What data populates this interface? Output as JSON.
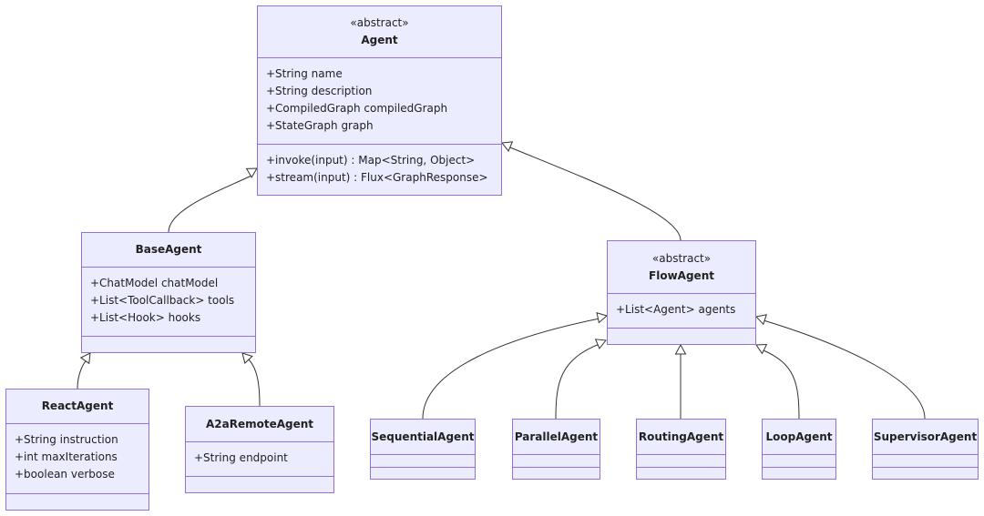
{
  "classes": {
    "agent": {
      "stereotype": "«abstract»",
      "name": "Agent",
      "attributes": [
        "+String name",
        "+String description",
        "+CompiledGraph compiledGraph",
        "+StateGraph graph"
      ],
      "methods": [
        "+invoke(input) : Map<String, Object>",
        "+stream(input) : Flux<GraphResponse>"
      ]
    },
    "base_agent": {
      "name": "BaseAgent",
      "attributes": [
        "+ChatModel chatModel",
        "+List<ToolCallback> tools",
        "+List<Hook> hooks"
      ],
      "methods": []
    },
    "flow_agent": {
      "stereotype": "«abstract»",
      "name": "FlowAgent",
      "attributes": [
        "+List<Agent> agents"
      ],
      "methods": []
    },
    "react_agent": {
      "name": "ReactAgent",
      "attributes": [
        "+String instruction",
        "+int maxIterations",
        "+boolean verbose"
      ],
      "methods": []
    },
    "a2a_remote_agent": {
      "name": "A2aRemoteAgent",
      "attributes": [
        "+String endpoint"
      ],
      "methods": []
    },
    "sequential_agent": {
      "name": "SequentialAgent",
      "attributes": [],
      "methods": []
    },
    "parallel_agent": {
      "name": "ParallelAgent",
      "attributes": [],
      "methods": []
    },
    "routing_agent": {
      "name": "RoutingAgent",
      "attributes": [],
      "methods": []
    },
    "loop_agent": {
      "name": "LoopAgent",
      "attributes": [],
      "methods": []
    },
    "supervisor_agent": {
      "name": "SupervisorAgent",
      "attributes": [],
      "methods": []
    }
  },
  "relations": [
    {
      "from": "base_agent",
      "to": "agent",
      "type": "inheritance"
    },
    {
      "from": "flow_agent",
      "to": "agent",
      "type": "inheritance"
    },
    {
      "from": "react_agent",
      "to": "base_agent",
      "type": "inheritance"
    },
    {
      "from": "a2a_remote_agent",
      "to": "base_agent",
      "type": "inheritance"
    },
    {
      "from": "sequential_agent",
      "to": "flow_agent",
      "type": "inheritance"
    },
    {
      "from": "parallel_agent",
      "to": "flow_agent",
      "type": "inheritance"
    },
    {
      "from": "routing_agent",
      "to": "flow_agent",
      "type": "inheritance"
    },
    {
      "from": "loop_agent",
      "to": "flow_agent",
      "type": "inheritance"
    },
    {
      "from": "supervisor_agent",
      "to": "flow_agent",
      "type": "inheritance"
    }
  ],
  "colors": {
    "fill": "#ececff",
    "border": "#9370db",
    "edge": "#333333"
  }
}
